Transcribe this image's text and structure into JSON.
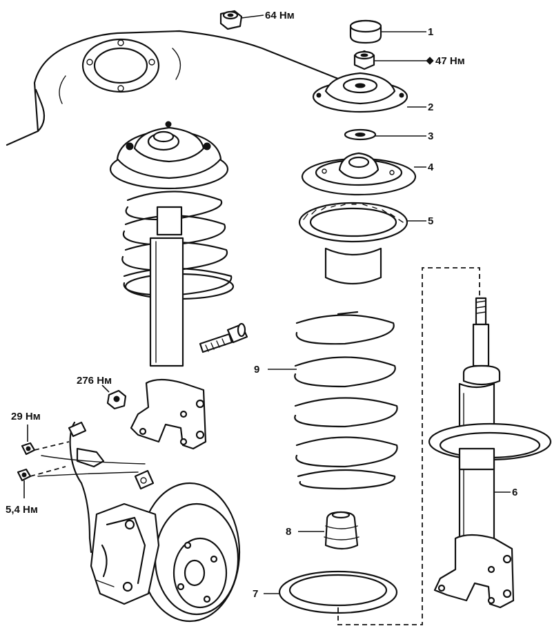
{
  "parts": [
    {
      "id": "1"
    },
    {
      "id": "2"
    },
    {
      "id": "3"
    },
    {
      "id": "4"
    },
    {
      "id": "5"
    },
    {
      "id": "6"
    },
    {
      "id": "7"
    },
    {
      "id": "8"
    },
    {
      "id": "9"
    }
  ],
  "torque": {
    "top_nut": "64 Нм",
    "strut_nut": "47 Нм",
    "knuckle_nut": "276 Нм",
    "bracket_bolt": "29 Нм",
    "sensor_bolt": "5,4 Нм"
  }
}
